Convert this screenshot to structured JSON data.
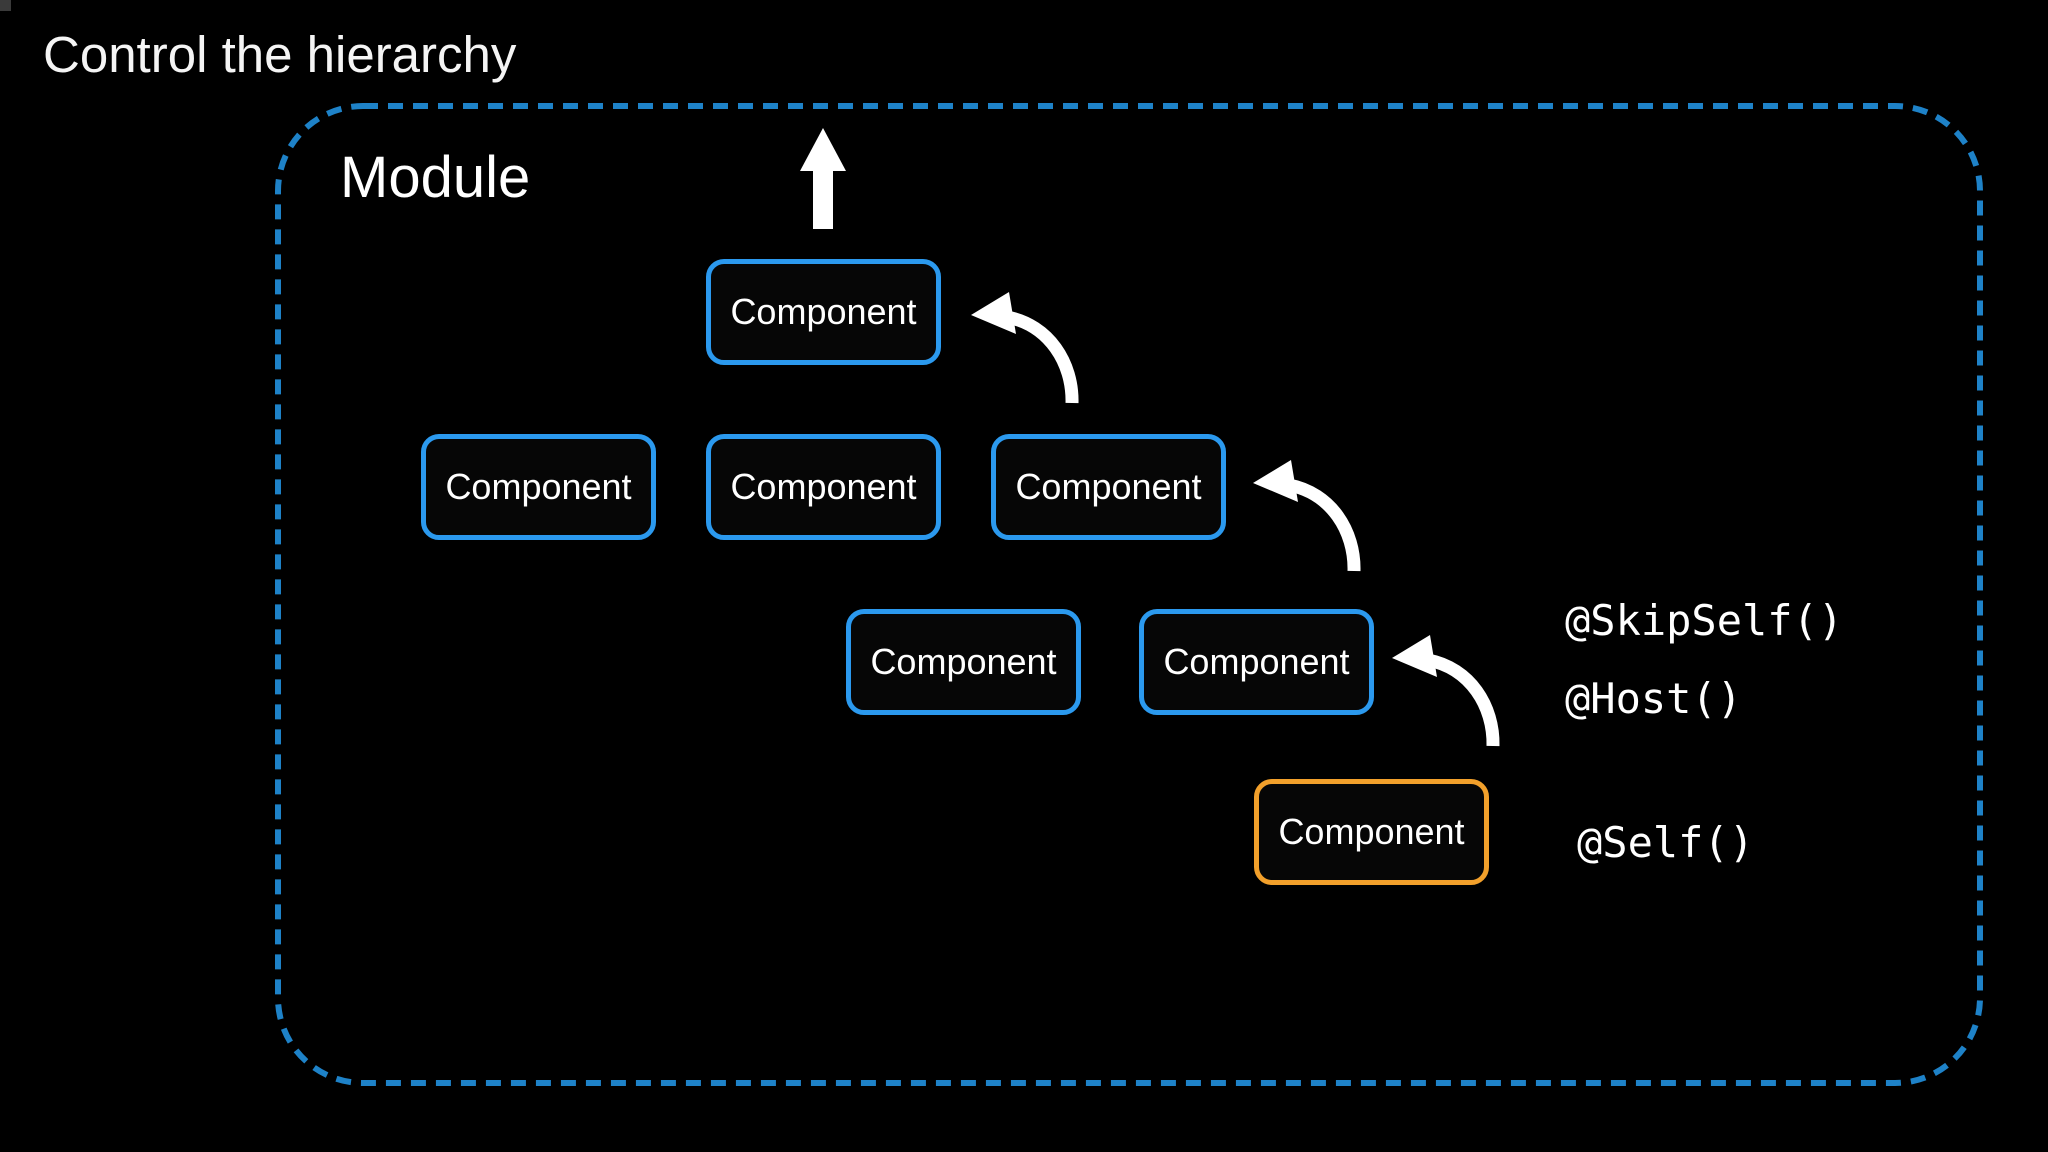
{
  "slide": {
    "title": "Control the hierarchy"
  },
  "module": {
    "label": "Module"
  },
  "components": [
    {
      "label": "Component",
      "role": "root-component",
      "highlight": false
    },
    {
      "label": "Component",
      "role": "level2-left",
      "highlight": false
    },
    {
      "label": "Component",
      "role": "level2-middle",
      "highlight": false
    },
    {
      "label": "Component",
      "role": "level2-right-parent",
      "highlight": false
    },
    {
      "label": "Component",
      "role": "level3-left",
      "highlight": false
    },
    {
      "label": "Component",
      "role": "level3-right-host",
      "highlight": false
    },
    {
      "label": "Component",
      "role": "self-component",
      "highlight": true
    }
  ],
  "annotations": {
    "skip_self": "@SkipSelf()",
    "host": "@Host()",
    "self": "@Self()"
  },
  "icons": {
    "up_arrow": "arrow-up-icon",
    "curved_arrows": "curved-arrow-left-up-icon"
  },
  "colors": {
    "background": "#000000",
    "module_border": "#1e82c8",
    "component_border": "#2b99ee",
    "highlight_border": "#f2a02b",
    "arrow": "#ffffff",
    "text": "#ffffff"
  }
}
